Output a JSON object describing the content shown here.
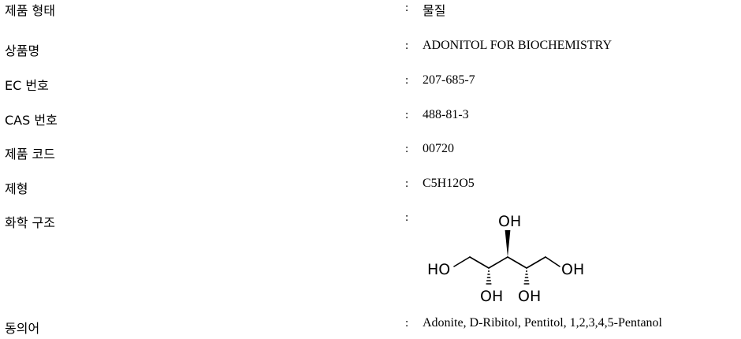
{
  "separator": ":",
  "rows": [
    {
      "label": "제품 형태",
      "value": "물질"
    },
    {
      "label": "상품명",
      "value": "ADONITOL FOR BIOCHEMISTRY"
    },
    {
      "label": "EC 번호",
      "value": "207-685-7"
    },
    {
      "label": "CAS 번호",
      "value": "488-81-3"
    },
    {
      "label": "제품 코드",
      "value": "00720"
    },
    {
      "label": "제형",
      "value": "C5H12O5"
    },
    {
      "label": "화학 구조",
      "value": ""
    },
    {
      "label": "동의어",
      "value": "Adonite, D-Ribitol, Pentitol, 1,2,3,4,5-Pentanol"
    }
  ],
  "structure_labels": {
    "top_oh": "OH",
    "left_ho": "HO",
    "right_oh": "OH",
    "bottom_oh_1": "OH",
    "bottom_oh_2": "OH"
  }
}
